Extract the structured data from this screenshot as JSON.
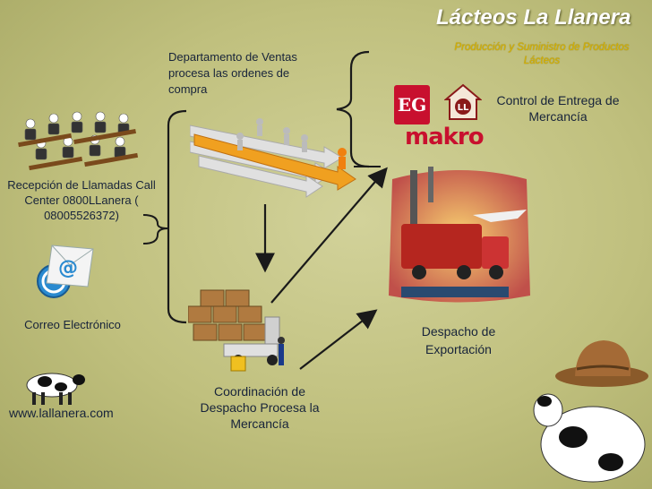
{
  "header": {
    "title": "Lácteos La Llanera",
    "subtitle": "Producción y Suministro de Productos Lácteos"
  },
  "nodes": {
    "ventas": "Departamento de Ventas procesa las ordenes de compra",
    "control": "Control de Entrega de Mercancía",
    "recepcion": "Recepción de Llamadas Call Center 0800LLanera ( 08005526372)",
    "correo": "Correo Electrónico",
    "web": "www.lallanera.com",
    "despacho": "Despacho de Exportación",
    "coordinacion": "Coordinación de Despacho Procesa la Mercancía"
  },
  "logos": {
    "makro": "makro",
    "eg": "EG"
  },
  "colors": {
    "title": "#ffffff",
    "subtitle": "#d9b300",
    "text": "#17233a",
    "lines": "#1a1a1a",
    "makro_red": "#c8102e"
  },
  "icons": [
    "call-center-icon",
    "email-icon",
    "cow-icon",
    "runners-arrows-icon",
    "boxes-forklift-icon",
    "shipping-collage-icon",
    "hat-cow-icon"
  ]
}
